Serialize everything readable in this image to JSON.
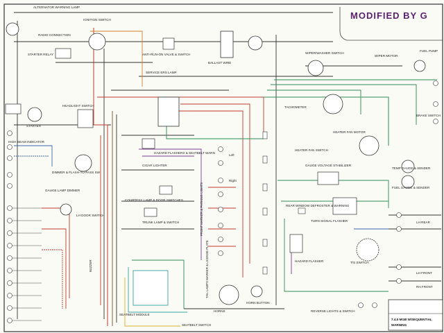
{
  "title": "MODIFIED BY G",
  "title_block": {
    "line1": "7.4.5 MGB W/SEQUENTIAL",
    "line2": "WARNING"
  },
  "components": {
    "alternator": "ALTERNATOR WARNING LAMP",
    "radio": "RADIO CONNECTION",
    "ignition": "IGNITION SWITCH",
    "starter_relay": "STARTER RELAY",
    "anti_run_on": "ANTI-RUN-ON VALVE & SWITCH",
    "service_lamp": "SERVICE ERS LAMP",
    "ballast": "BALLAST WIRE",
    "starter": "STARTER",
    "headlight_switch": "HEADLIGHT SWITCH",
    "wiper_washer": "WIPER/WASHER SWITCH",
    "wiper_motor": "WIPER MOTOR",
    "fuel_pump": "FUEL PUMP",
    "tachometer": "TACHOMETER",
    "brake_switch": "BRAKE SWITCH",
    "heater_fan_motor": "HEATER FAN MOTOR",
    "heater_fan_switch": "HEATER FAN SWITCH",
    "voltage_stabilizer": "GAUGE VOLTAGE STABILIZER",
    "temp_gauge": "TEMP GAUGE & SENDER",
    "fuel_gauge": "FUEL GAUGE & SENDER",
    "high_beam": "HIGH BEAM INDICATOR",
    "dimmer": "DIMMER & FLASH-TO-PASS SW",
    "gauge_dimmer": "GAUGE LAMP DIMMER",
    "lh_door": "LH DOOR SWITCH",
    "hazard_seatbelt": "HAZARD FLASHERS & SEATBELT WARN",
    "cigar": "CIGAR LIGHTER",
    "courtesy": "COURTESY LAMP & DOOR SWITCHES",
    "trunk": "TRUNK LAMP & SWITCH",
    "front_lamps": "FRONT MARKER & PARKING LIGHTS",
    "tail_lamps": "TAIL LAMPS MARKER & LICENSE PLATE",
    "rear_defrost": "REAR WINDOW DEFROSTER & WARNING",
    "turn_flasher": "TURN SIGNAL FLASHER",
    "hazard_flasher": "HAZARD FLASHER",
    "horns": "HORNS",
    "horn_button": "HORN BUTTON",
    "seatbelt_module": "SEATBELT MODULE",
    "buzzer": "BUZZER",
    "seatbelt_switch": "SEATBELT SWITCH",
    "reverse": "REVERSE LIGHTS & SWITCH",
    "turn_switch": "T/S SWITCH",
    "left": "Left",
    "right": "Right",
    "lh_rear": "LH REAR",
    "lh_front": "LH FRONT",
    "rh_front": "RH FRONT"
  },
  "colors": {
    "red": "#c0392b",
    "green": "#2e8b57",
    "blue": "#3a66b0",
    "purple": "#7d3c98",
    "orange": "#d47f2b",
    "brown": "#7a4b2a",
    "black": "#222222",
    "title": "#5a1f6e"
  }
}
